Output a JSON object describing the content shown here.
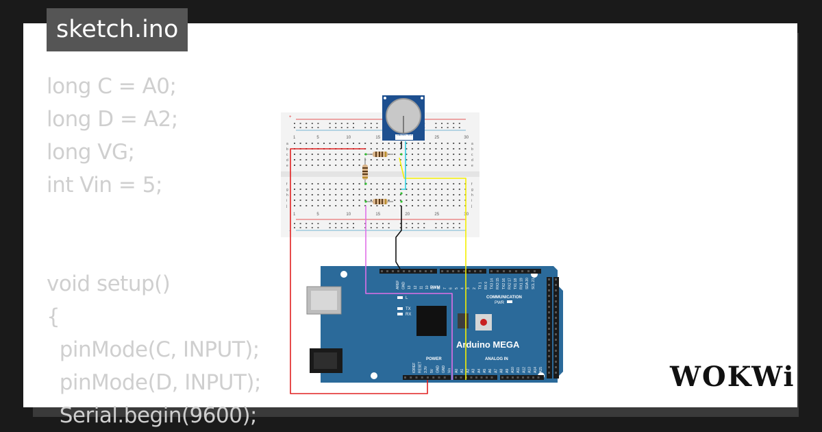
{
  "title": "sketch.ino",
  "code_lines": [
    "long C = A0;",
    "long D = A2;",
    "long VG;",
    "int Vin = 5;",
    "",
    "",
    "void setup()",
    "{",
    "  pinMode(C, INPUT);",
    "  pinMode(D, INPUT);",
    "  Serial.begin(9600);"
  ],
  "logo": "WOKWi",
  "breadboard": {
    "column_labels": [
      "1",
      "5",
      "10",
      "15",
      "20",
      "25",
      "30"
    ],
    "row_labels": [
      "a",
      "b",
      "c",
      "d",
      "e",
      "f",
      "g",
      "h",
      "i",
      "j"
    ],
    "rail_signs": [
      "+",
      "-"
    ]
  },
  "potentiometer": {
    "pin_labels": [
      "GND",
      "SIG",
      "VCC"
    ]
  },
  "board": {
    "name": "Arduino MEGA",
    "pwm_label": "PWM",
    "communication_label": "COMMUNICATION",
    "power_label": "POWER",
    "analog_label": "ANALOG IN",
    "pwr_led_label": "PWR",
    "led_labels": [
      "L",
      "TX",
      "RX"
    ],
    "top_pins": [
      "AREF",
      "GND",
      "13",
      "12",
      "11",
      "10",
      "9",
      "8",
      "7",
      "6",
      "5",
      "4",
      "3",
      "2",
      "TX 1",
      "RX 0",
      "TX3 14",
      "RX3 15",
      "TX2 16",
      "RX2 17",
      "TX1 18",
      "RX1 19",
      "SDA 20",
      "SCL 21"
    ],
    "power_pins": [
      "IOREF",
      "RESET",
      "3.3V",
      "5V",
      "GND",
      "GND",
      "Vin"
    ],
    "analog_pins": [
      "A0",
      "A1",
      "A2",
      "A3",
      "A4",
      "A5",
      "A6",
      "A7",
      "A8",
      "A9",
      "A10",
      "A11",
      "A12",
      "A13",
      "A14",
      "A15"
    ]
  },
  "colors": {
    "board": "#2b6a9a",
    "wire_red": "#e02020",
    "wire_yellow": "#f4f000",
    "wire_magenta": "#e070e8",
    "wire_cyan": "#30d0e0",
    "wire_black": "#111111"
  }
}
